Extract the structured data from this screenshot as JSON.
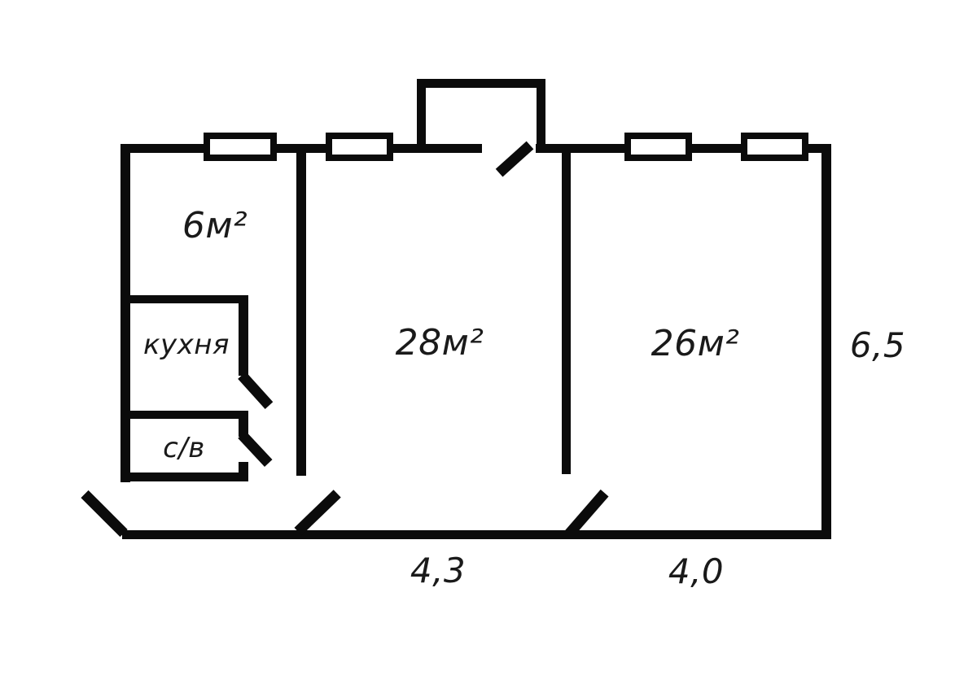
{
  "colors": {
    "wall": "#0b0b0b",
    "text": "#1a1a1a",
    "background": "#ffffff",
    "window_fill": "#ffffff"
  },
  "rooms": [
    {
      "id": "small-room",
      "area": "6м²"
    },
    {
      "id": "kitchen",
      "name": "кухня"
    },
    {
      "id": "bathroom",
      "name": "с/в"
    },
    {
      "id": "living-room",
      "area": "28м²"
    },
    {
      "id": "bedroom",
      "area": "26м²"
    }
  ],
  "dimensions": {
    "right_side": "6,5",
    "bottom_left": "4,3",
    "bottom_right": "4,0"
  }
}
